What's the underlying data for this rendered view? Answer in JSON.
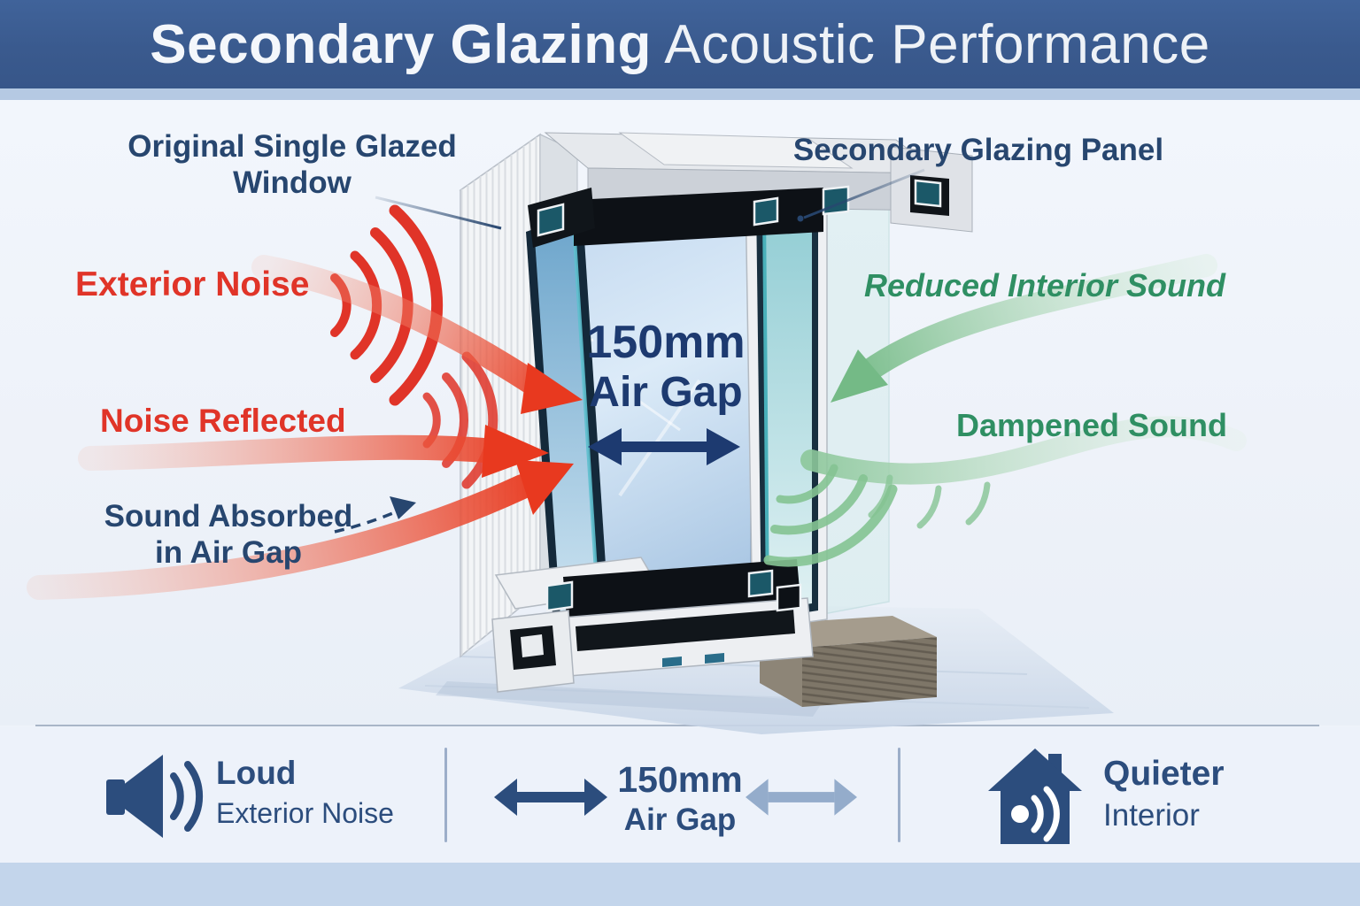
{
  "header": {
    "title_bold": "Secondary Glazing",
    "title_light": " Acoustic Performance"
  },
  "labels": {
    "original_window": "Original Single Glazed Window",
    "secondary_panel": "Secondary Glazing Panel",
    "exterior_noise": "Exterior Noise",
    "noise_reflected": "Noise Reflected",
    "sound_absorbed": "Sound Absorbed in Air Gap",
    "reduced_interior_sound": "Reduced Interior Sound",
    "dampened_sound": "Dampened Sound"
  },
  "air_gap": {
    "value": "150mm",
    "label": "Air Gap"
  },
  "legend": {
    "loud": {
      "icon": "speaker-icon",
      "line1": "Loud",
      "line2": "Exterior Noise"
    },
    "gap": {
      "icon": "double-arrow-icon",
      "line1": "150mm",
      "line2": "Air Gap"
    },
    "quiet": {
      "icon": "house-sound-icon",
      "line1": "Quieter",
      "line2": "Interior"
    }
  },
  "colors": {
    "header_blue": "#3b5c8e",
    "noise_red": "#e03428",
    "calm_green": "#2f8f63",
    "label_navy": "#27466f",
    "gap_navy": "#1d3a70",
    "legend_navy": "#2c4d7d",
    "light_arrow": "#94accb"
  }
}
